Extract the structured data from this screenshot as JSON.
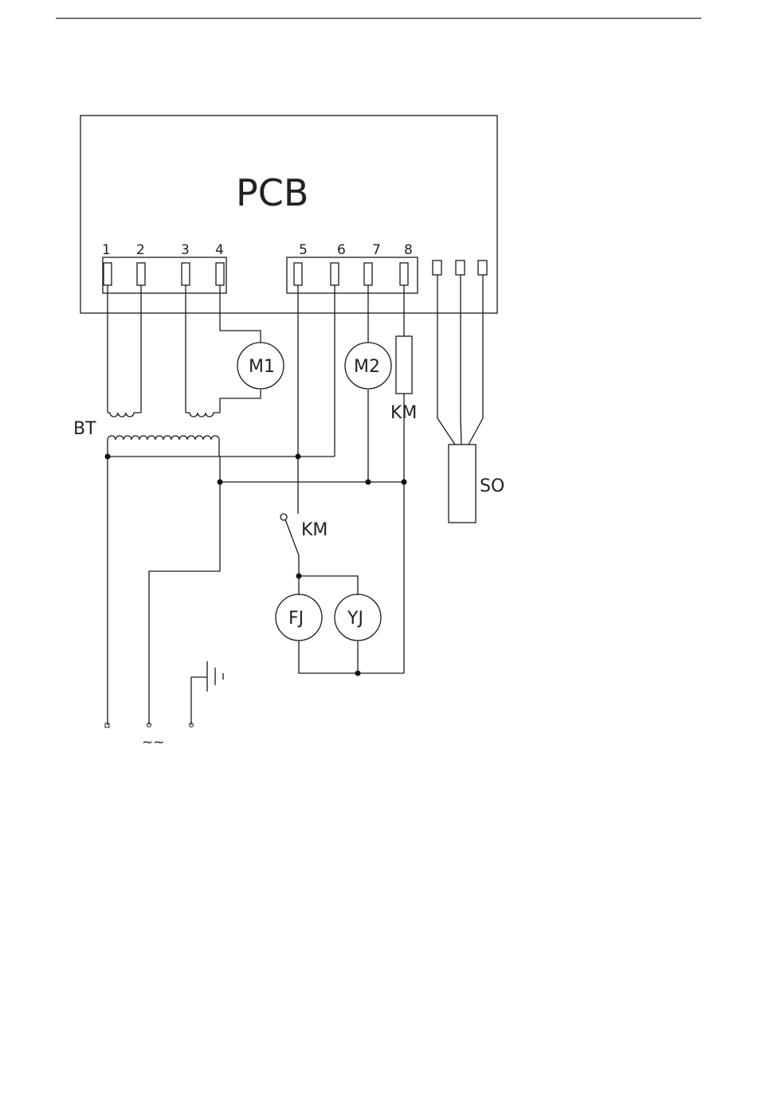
{
  "board": {
    "label": "PCB"
  },
  "pins": [
    "1",
    "2",
    "3",
    "4",
    "5",
    "6",
    "7",
    "8"
  ],
  "components": {
    "transformer": "BT",
    "motor_1": "M1",
    "motor_2": "M2",
    "relay_coil": "KM",
    "relay_contact": "KM",
    "sensor": "SO",
    "motor_fj": "FJ",
    "motor_yj": "YJ"
  },
  "terminals": {
    "supply": "~~"
  }
}
